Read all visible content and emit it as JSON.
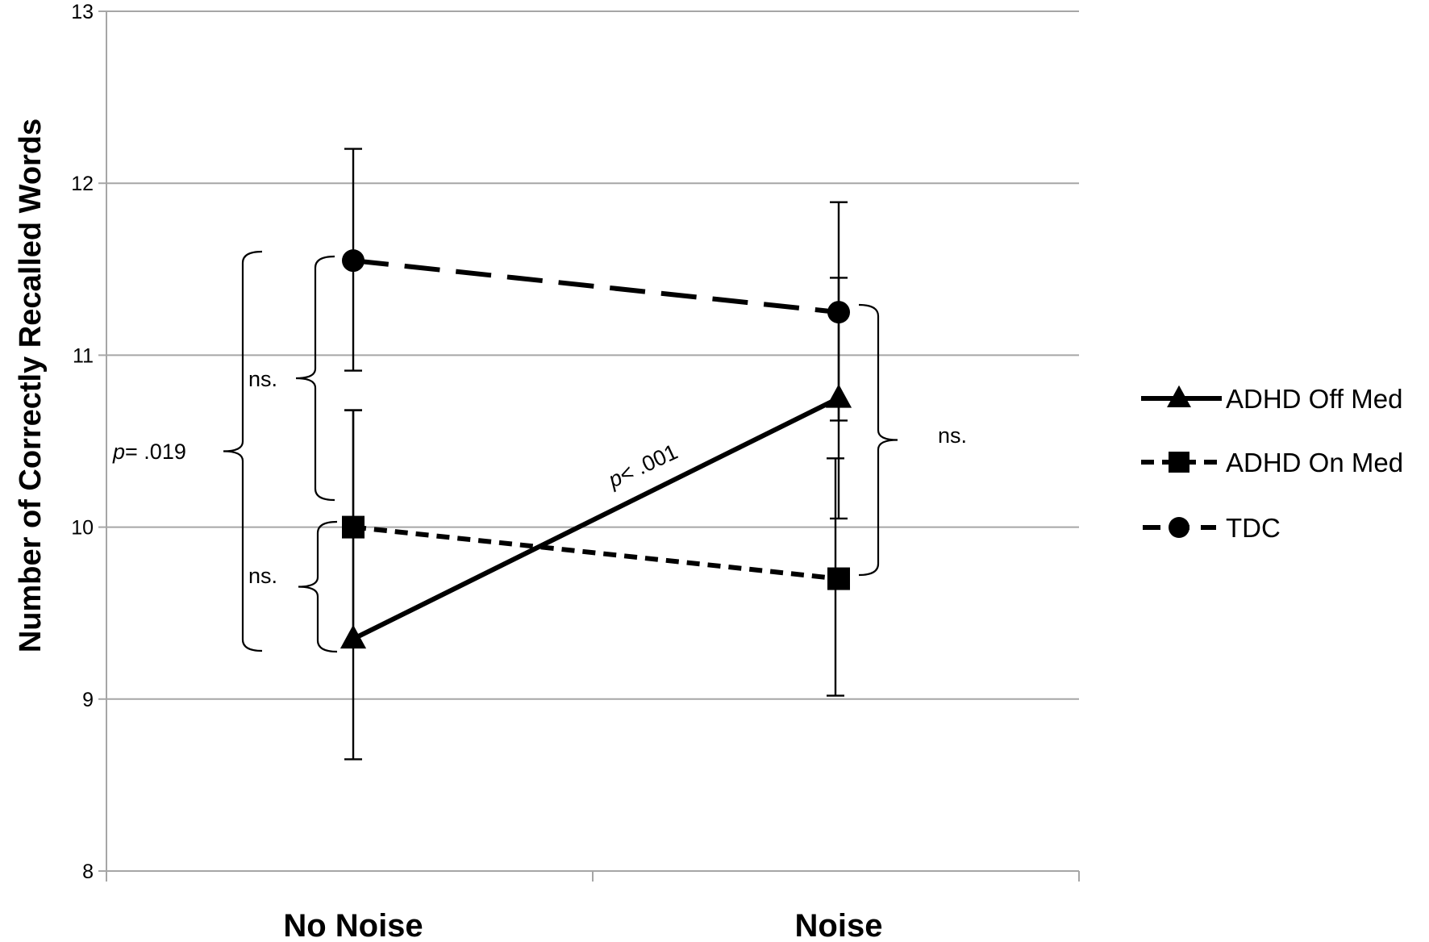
{
  "chart_data": {
    "type": "line",
    "categories": [
      "No Noise",
      "Noise"
    ],
    "ylabel": "Number of  Correctly Recalled Words",
    "xlabel": "",
    "ylim": [
      8,
      13
    ],
    "yticks": [
      8,
      9,
      10,
      11,
      12,
      13
    ],
    "grid": true,
    "legend_position": "right",
    "series": [
      {
        "name": "ADHD Off Med",
        "values": [
          9.35,
          10.75
        ],
        "error": [
          [
            8.65,
            10.68
          ],
          [
            10.05,
            11.45
          ]
        ],
        "marker": "triangle",
        "line": "solid",
        "color": "#000000"
      },
      {
        "name": "ADHD On Med",
        "values": [
          10.0,
          9.7
        ],
        "error": [
          [
            9.32,
            10.68
          ],
          [
            9.02,
            10.4
          ]
        ],
        "marker": "square",
        "line": "short-dash",
        "color": "#000000"
      },
      {
        "name": "TDC",
        "values": [
          11.55,
          11.25
        ],
        "error": [
          [
            10.91,
            12.2
          ],
          [
            10.62,
            11.89
          ]
        ],
        "marker": "circle",
        "line": "long-dash",
        "color": "#000000"
      }
    ],
    "annotations": [
      {
        "id": "p019",
        "prefix": "p",
        "text": "= .019"
      },
      {
        "id": "ns_upper_left",
        "text": "ns."
      },
      {
        "id": "ns_lower_left",
        "text": "ns."
      },
      {
        "id": "ns_right",
        "text": "ns."
      },
      {
        "id": "p001",
        "prefix": "p",
        "text": "< .001"
      }
    ]
  }
}
